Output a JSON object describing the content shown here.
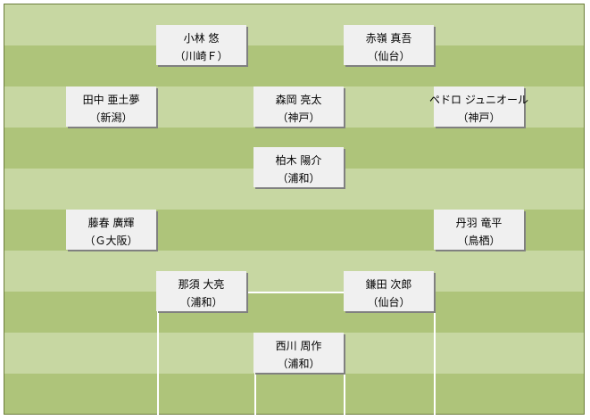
{
  "players": [
    {
      "name": "小林 悠",
      "team": "（川崎Ｆ）"
    },
    {
      "name": "赤嶺 真吾",
      "team": "（仙台）"
    },
    {
      "name": "田中 亜土夢",
      "team": "（新潟）"
    },
    {
      "name": "森岡 亮太",
      "team": "（神戸）"
    },
    {
      "name": "ペドロ ジュニオール",
      "team": "（神戸）"
    },
    {
      "name": "柏木 陽介",
      "team": "（浦和）"
    },
    {
      "name": "藤春 廣輝",
      "team": "（Ｇ大阪）"
    },
    {
      "name": "丹羽 竜平",
      "team": "（鳥栖）"
    },
    {
      "name": "那須 大亮",
      "team": "（浦和）"
    },
    {
      "name": "鎌田 次郎",
      "team": "（仙台）"
    },
    {
      "name": "西川 周作",
      "team": "（浦和）"
    }
  ]
}
